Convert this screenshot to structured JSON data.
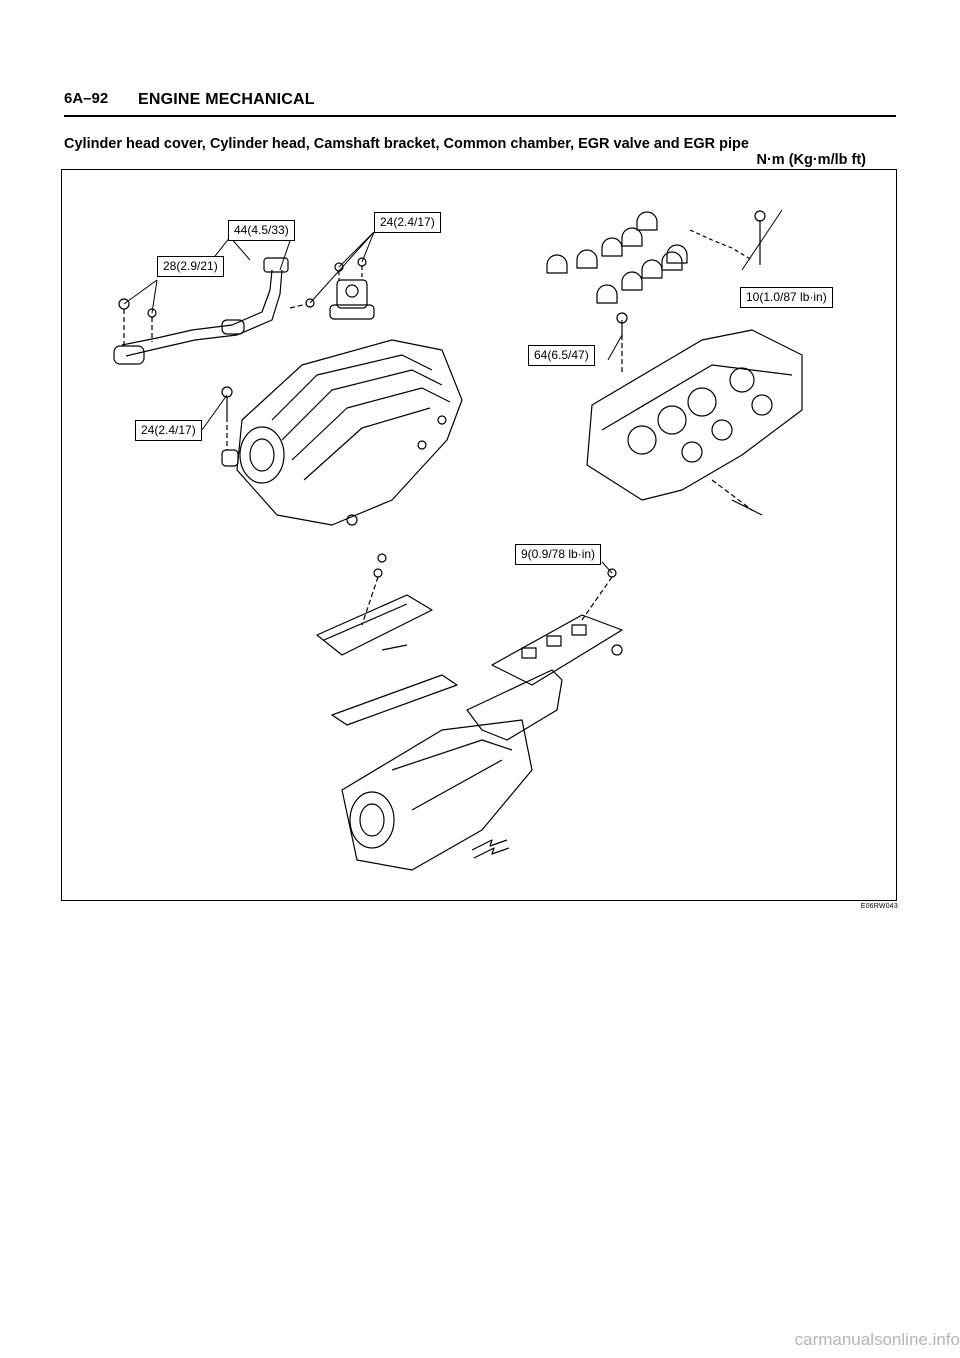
{
  "header": {
    "page_number": "6A–92",
    "section_title": "ENGINE MECHANICAL"
  },
  "caption": "Cylinder head cover, Cylinder head, Camshaft bracket, Common chamber, EGR valve and EGR pipe",
  "units": "N·m (Kg·m/lb ft)",
  "torque_labels": {
    "egr_pipe_bolt": "44(4.5/33)",
    "egr_valve_nuts": "24(2.4/17)",
    "egr_pipe_flange": "28(2.9/21)",
    "camshaft_bracket_bolt": "10(1.0/87 lb·in)",
    "cylinder_head_bolt": "64(6.5/47)",
    "common_chamber_bolt": "24(2.4/17)",
    "head_cover_bolt": "9(0.9/78 lb·in)"
  },
  "figure_id": "E06RW043",
  "watermark": "carmanualsonline.info"
}
